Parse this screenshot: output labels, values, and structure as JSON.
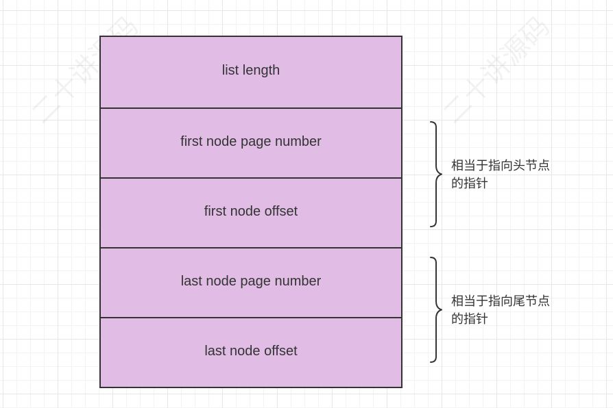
{
  "watermark": "二十讲源码",
  "fields": [
    "list length",
    "first node page number",
    "first node offset",
    "last node page number",
    "last  node offset"
  ],
  "annotations": [
    "相当于指向头节点的指针",
    "相当于指向尾节点的指针"
  ],
  "colors": {
    "field_fill": "#e1bde6",
    "border": "#333333",
    "text": "#333333"
  }
}
